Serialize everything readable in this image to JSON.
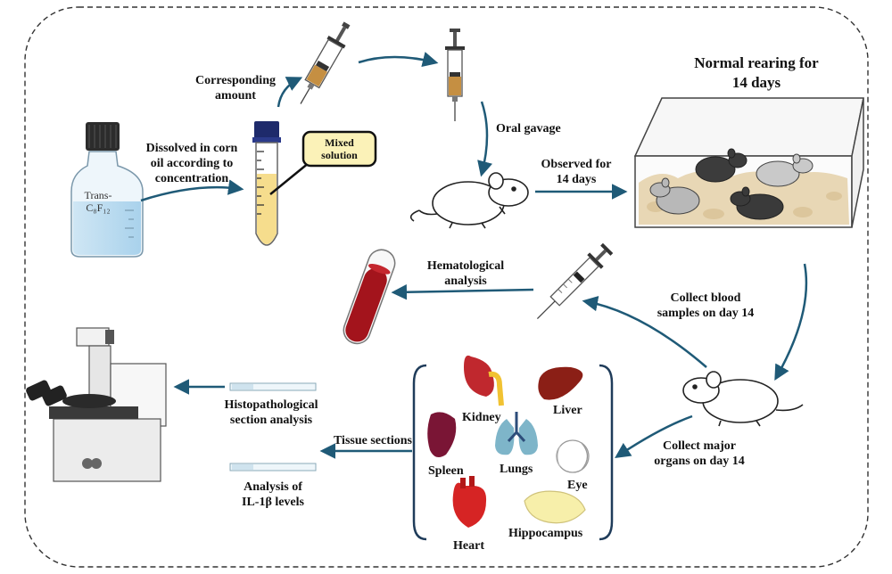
{
  "labels": {
    "corresponding_1": "Corresponding",
    "corresponding_2": "amount",
    "dissolved_1": "Dissolved in corn",
    "dissolved_2": "oil according to",
    "dissolved_3": "concentration",
    "bottle_1": "Trans-",
    "bottle_2": "C₈F₁₂",
    "mixed_1": "Mixed",
    "mixed_2": "solution",
    "oral_gavage": "Oral gavage",
    "observed_1": "Observed for",
    "observed_2": "14 days",
    "normal_1": "Normal rearing for",
    "normal_2": "14 days",
    "hema_1": "Hematological",
    "hema_2": "analysis",
    "blood_1": "Collect blood",
    "blood_2": "samples on  day 14",
    "organs_1": "Collect major",
    "organs_2": "organs on day 14",
    "tissue": "Tissue sections",
    "histo_1": "Histopathological",
    "histo_2": "section analysis",
    "il_1": "Analysis of",
    "il_2": "IL-1β levels"
  },
  "organs": {
    "kidney": "Kidney",
    "liver": "Liver",
    "spleen": "Spleen",
    "lungs": "Lungs",
    "eye": "Eye",
    "heart": "Heart",
    "hippocampus": "Hippocampus"
  },
  "colors": {
    "arrow": "#1f5a77",
    "blood": "#a3141c",
    "bedding": "#e8d7b5"
  }
}
